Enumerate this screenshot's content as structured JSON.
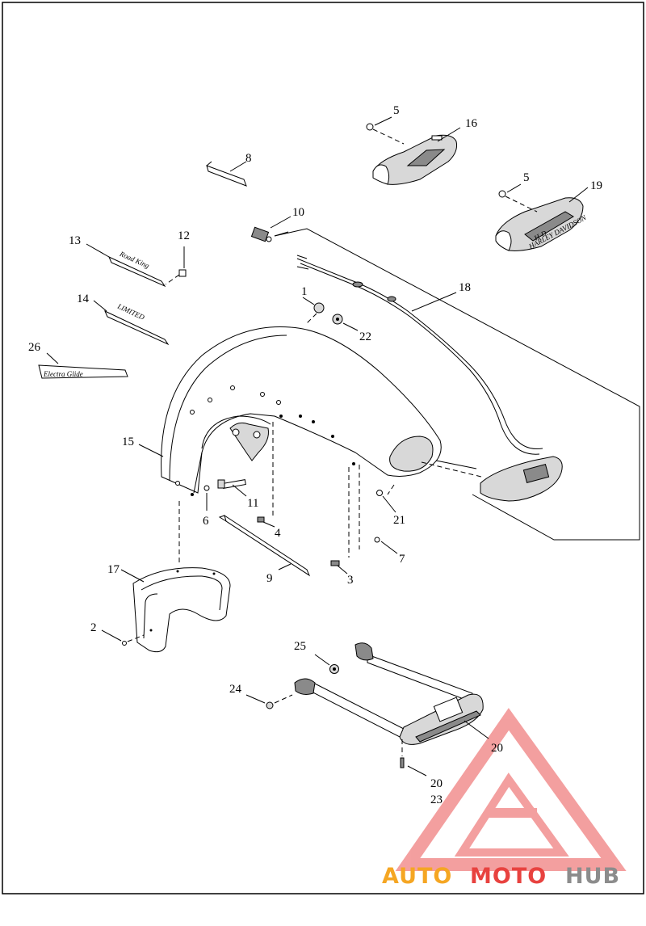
{
  "callouts": [
    {
      "id": "c1",
      "text": "1"
    },
    {
      "id": "c2",
      "text": "2"
    },
    {
      "id": "c3",
      "text": "3"
    },
    {
      "id": "c4",
      "text": "4"
    },
    {
      "id": "c5a",
      "text": "5"
    },
    {
      "id": "c5b",
      "text": "5"
    },
    {
      "id": "c6",
      "text": "6"
    },
    {
      "id": "c7",
      "text": "7"
    },
    {
      "id": "c8",
      "text": "8"
    },
    {
      "id": "c9",
      "text": "9"
    },
    {
      "id": "c10",
      "text": "10"
    },
    {
      "id": "c11",
      "text": "11"
    },
    {
      "id": "c12",
      "text": "12"
    },
    {
      "id": "c13",
      "text": "13"
    },
    {
      "id": "c14",
      "text": "14"
    },
    {
      "id": "c15",
      "text": "15"
    },
    {
      "id": "c16",
      "text": "16"
    },
    {
      "id": "c17",
      "text": "17"
    },
    {
      "id": "c18",
      "text": "18"
    },
    {
      "id": "c19",
      "text": "19"
    },
    {
      "id": "c20a",
      "text": "20"
    },
    {
      "id": "c20b",
      "text": "20"
    },
    {
      "id": "c21",
      "text": "21"
    },
    {
      "id": "c22",
      "text": "22"
    },
    {
      "id": "c23",
      "text": "23"
    },
    {
      "id": "c24",
      "text": "24"
    },
    {
      "id": "c25",
      "text": "25"
    },
    {
      "id": "c26",
      "text": "26"
    }
  ],
  "emblems": {
    "road_king": "Road King",
    "limited": "LIMITED",
    "electra_glide": "Electra Glide",
    "harley_davidson": "HARLEY DAVIDSON"
  },
  "watermark": {
    "part1": "AUTO",
    "part2": "MOTO",
    "part3": "HUB",
    "colors": {
      "auto": "#f5a623",
      "moto": "#e8423f",
      "hub": "#8c8c8c",
      "triangle": "#f08080"
    }
  }
}
